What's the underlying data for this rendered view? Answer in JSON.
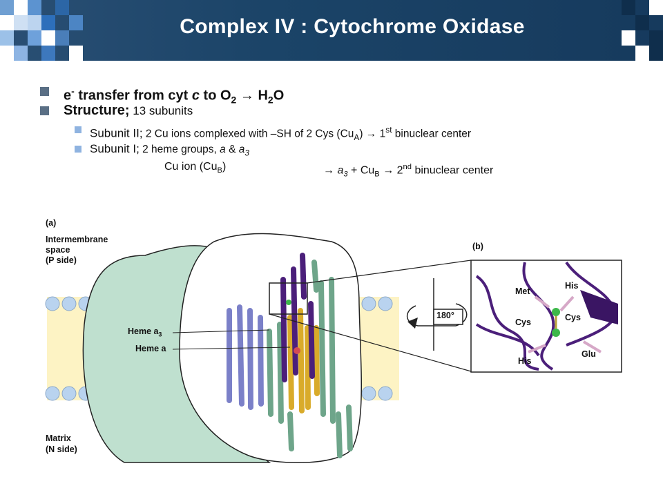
{
  "slide": {
    "title": "Complex IV : Cytochrome Oxidase",
    "bullet1": {
      "prefix": "e",
      "sup": "-",
      "text1": " transfer from cyt ",
      "italic": "c",
      "text2": " to O",
      "sub": "2",
      "arrow": " → ",
      "text3": "H",
      "sub2": "2",
      "text4": "O"
    },
    "bullet2": {
      "bold": "Structure;",
      "rest": " 13 subunits"
    },
    "sub1": {
      "lead": "Subunit II;",
      "text": " 2 Cu ions complexed with –SH of 2 Cys (Cu",
      "sub": "A",
      "text2": ")",
      "arrow": " → ",
      "text3": "1",
      "sup": "st",
      "text4": " binuclear center"
    },
    "sub2": {
      "lead": "Subunit I;",
      "text": " 2 heme groups, ",
      "a": "a",
      "amp": " & ",
      "a3": "a",
      "a3sub": "3"
    },
    "sub3": {
      "text": "Cu ion (Cu",
      "sub": "B",
      "text2": ")",
      "arrow": "→ ",
      "a3": "a",
      "a3sub": "3",
      "plus": " + Cu",
      "plussub": "B",
      "arrow2": " → ",
      "nd": "2",
      "ndsup": "nd",
      "end": " binuclear center"
    }
  },
  "figure": {
    "panel_a": "(a)",
    "ims1": "Intermembrane",
    "ims2": "space",
    "ims3": "(P side)",
    "heme_a3": "Heme a",
    "heme_a3_sub": "3",
    "heme_a": "Heme a",
    "matrix1": "Matrix",
    "matrix2": "(N side)",
    "panel_b": "(b)",
    "rotate": "180°",
    "met": "Met",
    "his1": "His",
    "cys1": "Cys",
    "cys2": "Cys",
    "his2": "His",
    "glu": "Glu"
  },
  "colors": {
    "header": "#1f4a70",
    "bullet": "#5a6f85",
    "subbullet": "#8fb3e0",
    "membrane": "#fdf3c4",
    "subunit_green": "#7fb39a",
    "subunit_lavender": "#a9aee6",
    "subunit_gold": "#e1b638",
    "subunit_purple": "#4b1f7a",
    "cu": "#3db84a"
  }
}
